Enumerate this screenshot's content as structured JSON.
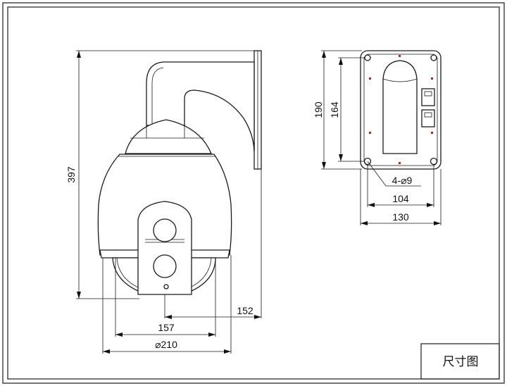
{
  "dimensions": {
    "height_total": "397",
    "arm_reach": "152",
    "lens_spacing": "157",
    "dome_diameter": "⌀210",
    "plate_height": "190",
    "hole_spacing_vertical": "164",
    "holes": "4-⌀9",
    "hole_spacing_horizontal": "104",
    "plate_width": "130"
  },
  "title_block": {
    "label": "尺寸图"
  }
}
